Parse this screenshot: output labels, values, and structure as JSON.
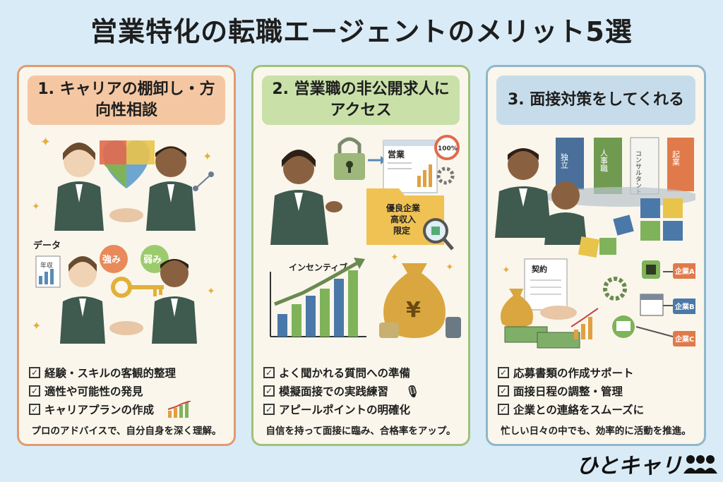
{
  "title": "営業特化の転職エージェントのメリット5選",
  "cards": [
    {
      "heading": "1. キャリアの棚卸し・方向性相談",
      "illustration": {
        "data_label": "データ",
        "income_label": "年収",
        "strength_label": "強み",
        "weakness_label": "弱み"
      },
      "bullets": [
        "経験・スキルの客観的整理",
        "適性や可能性の発見",
        "キャリアプランの作成"
      ],
      "summary": "プロのアドバイスで、自分自身を深く理解。"
    },
    {
      "heading": "2. 営業職の非公開求人にアクセス",
      "illustration": {
        "sales_label": "営業",
        "percent_label": "100%",
        "folder_line1": "優良企業",
        "folder_line2": "高収入",
        "folder_line3": "限定",
        "incentive_label": "インセンティブ",
        "yen_symbol": "¥"
      },
      "bullets": [
        "よく聞かれる質問への準備",
        "模擬面接での実践練習",
        "アピールポイントの明確化"
      ],
      "summary": "自信を持って面接に臨み、合格率をアップ。"
    },
    {
      "heading": "3. 面接対策をしてくれる",
      "illustration": {
        "door1": "独立",
        "door2": "人事職",
        "door3": "コンサルタント",
        "door4": "起業",
        "contract_label": "契約",
        "company_a": "企業A",
        "company_b": "企業B",
        "company_c": "企業C"
      },
      "bullets": [
        "応募書類の作成サポート",
        "面接日程の調整・管理",
        "企業との連絡をスムーズに"
      ],
      "summary": "忙しい日々の中でも、効率的に活動を推進。"
    }
  ],
  "logo_text": "ひとキャリ",
  "colors": {
    "background": "#d9ebf6",
    "card1_accent": "#e29a6f",
    "card2_accent": "#9ec27a",
    "card3_accent": "#8fb6cc",
    "suit": "#3f5a4f"
  }
}
